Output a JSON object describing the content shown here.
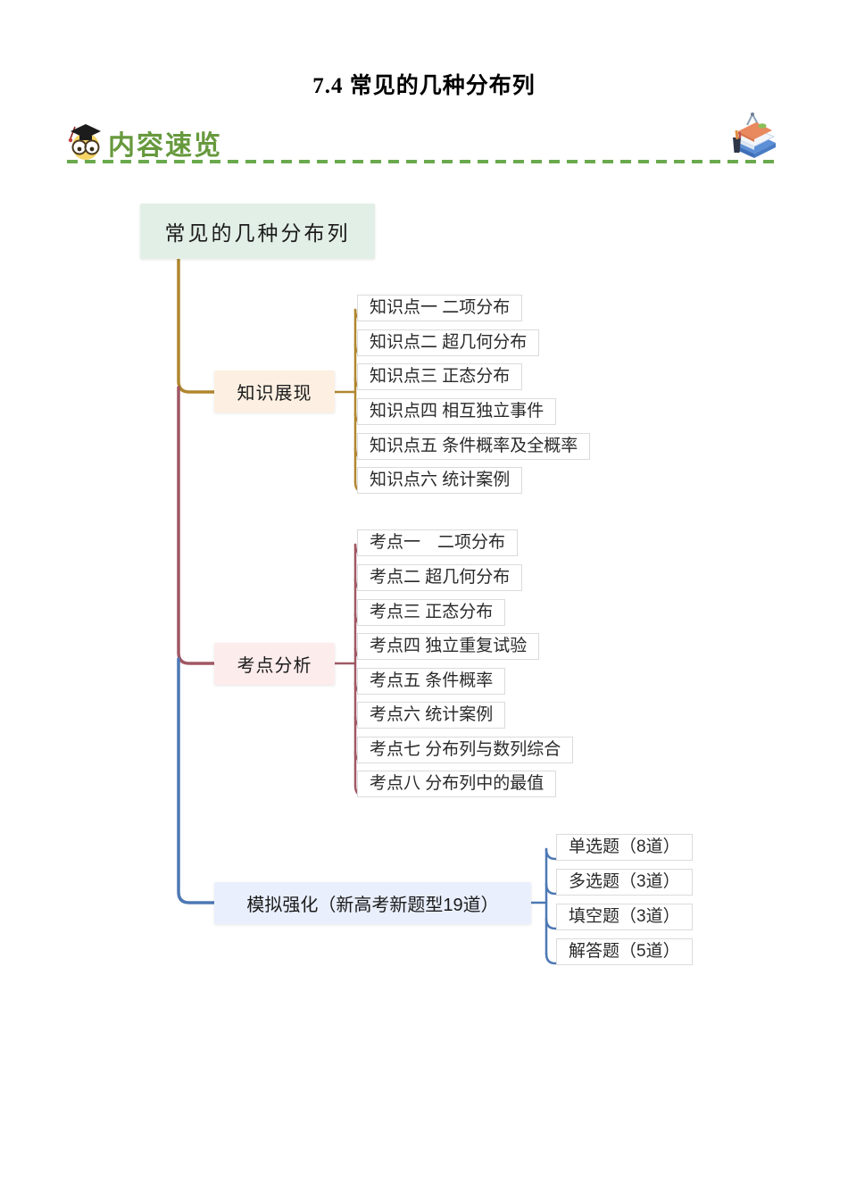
{
  "page": {
    "title": "7.4 常见的几种分布列"
  },
  "header": {
    "section_label": "内容速览",
    "owl_icon": "owl-graduate-icon",
    "books_icon": "books-stack-icon",
    "accent_green": "#67993d",
    "dash_green": "#6aaa4e"
  },
  "mindmap": {
    "root": {
      "label": "常见的几种分布列",
      "bg": "#e2efe6"
    },
    "branches": [
      {
        "label": "知识展现",
        "bg": "#fdf0e2",
        "line_color": "#b0862f",
        "children": [
          "知识点一 二项分布",
          "知识点二 超几何分布",
          "知识点三 正态分布",
          "知识点四 相互独立事件",
          "知识点五 条件概率及全概率",
          "知识点六 统计案例"
        ]
      },
      {
        "label": "考点分析",
        "bg": "#fdecec",
        "line_color": "#a05864",
        "children": [
          "考点一　二项分布",
          "考点二 超几何分布",
          "考点三 正态分布",
          "考点四 独立重复试验",
          "考点五 条件概率",
          "考点六 统计案例",
          "考点七 分布列与数列综合",
          "考点八 分布列中的最值"
        ]
      },
      {
        "label": "模拟强化（新高考新题型19道）",
        "bg": "#e9effc",
        "line_color": "#4d78b4",
        "children": [
          "单选题（8道）",
          "多选题（3道）",
          "填空题（3道）",
          "解答题（5道）"
        ]
      }
    ]
  }
}
